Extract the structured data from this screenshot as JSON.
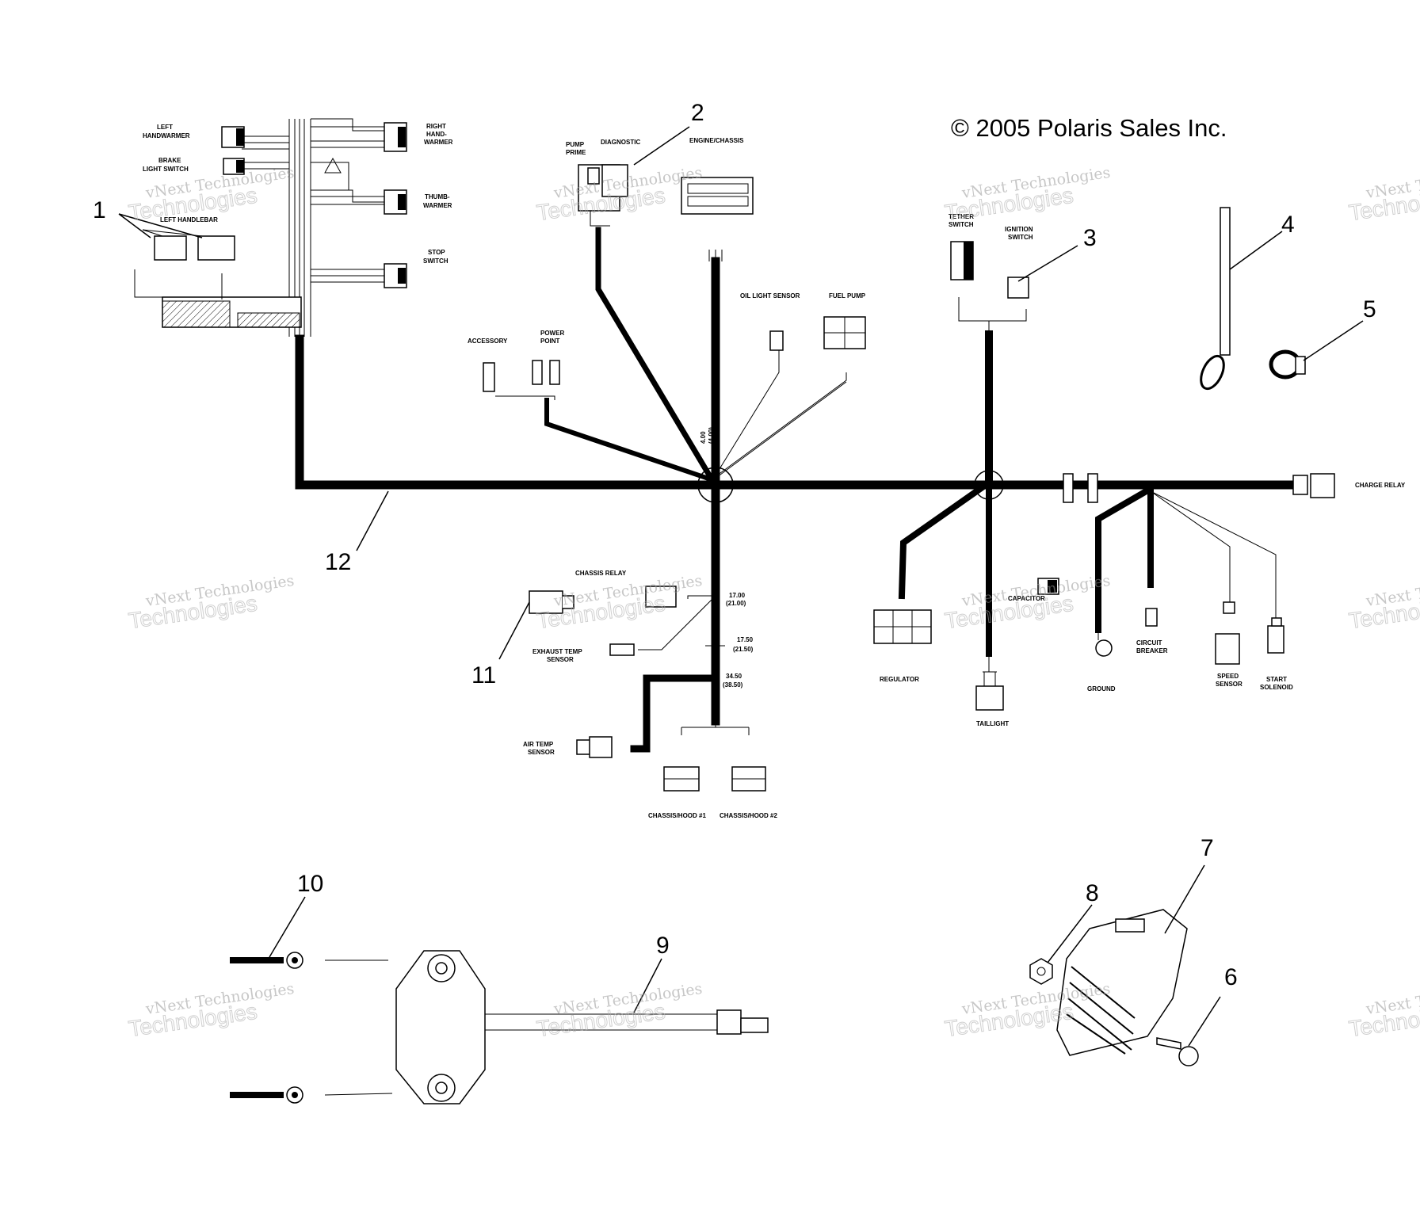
{
  "copyright": "© 2005 Polaris Sales Inc.",
  "watermark": {
    "line1": "vNext Technologies",
    "line2": "Technologies"
  },
  "callouts": [
    "1",
    "2",
    "3",
    "4",
    "5",
    "6",
    "7",
    "8",
    "9",
    "10",
    "11",
    "12"
  ],
  "labels": {
    "left_handwarmer": [
      "LEFT",
      "HANDWARMER"
    ],
    "brake_light_switch": [
      "BRAKE",
      "LIGHT SWITCH"
    ],
    "left_handlebar": "LEFT HANDLEBAR",
    "right_handwarmer": [
      "RIGHT",
      "HAND-",
      "WARMER"
    ],
    "thumbwarmer": [
      "THUMB-",
      "WARMER"
    ],
    "stop_switch": [
      "STOP",
      "SWITCH"
    ],
    "pump_prime": [
      "PUMP",
      "PRIME"
    ],
    "diagnostic": "DIAGNOSTIC",
    "engine_chassis": "ENGINE/CHASSIS",
    "oil_light_sensor": "OIL LIGHT SENSOR",
    "fuel_pump": "FUEL PUMP",
    "accessory": "ACCESSORY",
    "power_point": [
      "POWER",
      "POINT"
    ],
    "tether_switch": [
      "TETHER",
      "SWITCH"
    ],
    "ignition_switch": [
      "IGNITION",
      "SWITCH"
    ],
    "charge_relay": "CHARGE RELAY",
    "chassis_relay": "CHASSIS RELAY",
    "exhaust_temp_sensor": [
      "EXHAUST TEMP",
      "SENSOR"
    ],
    "air_temp_sensor": [
      "AIR TEMP",
      "SENSOR"
    ],
    "chassis_hood_1": "CHASSIS/HOOD #1",
    "chassis_hood_2": "CHASSIS/HOOD #2",
    "regulator": "REGULATOR",
    "capacitor": "CAPACITOR",
    "taillight": "TAILLIGHT",
    "ground": "GROUND",
    "circuit_breaker": [
      "CIRCUIT",
      "BREAKER"
    ],
    "speed_sensor": [
      "SPEED",
      "SENSOR"
    ],
    "start_solenoid": [
      "START",
      "SOLENOID"
    ]
  },
  "dimensions": {
    "d1": [
      "4.00",
      "(4.00)"
    ],
    "d2": [
      "17.00",
      "(21.00)"
    ],
    "d3": [
      "17.50",
      "(21.50)"
    ],
    "d4": [
      "34.50",
      "(38.50)"
    ]
  },
  "colors": {
    "ink": "#000000",
    "paper": "#ffffff",
    "watermark": "#9a9a9a"
  }
}
